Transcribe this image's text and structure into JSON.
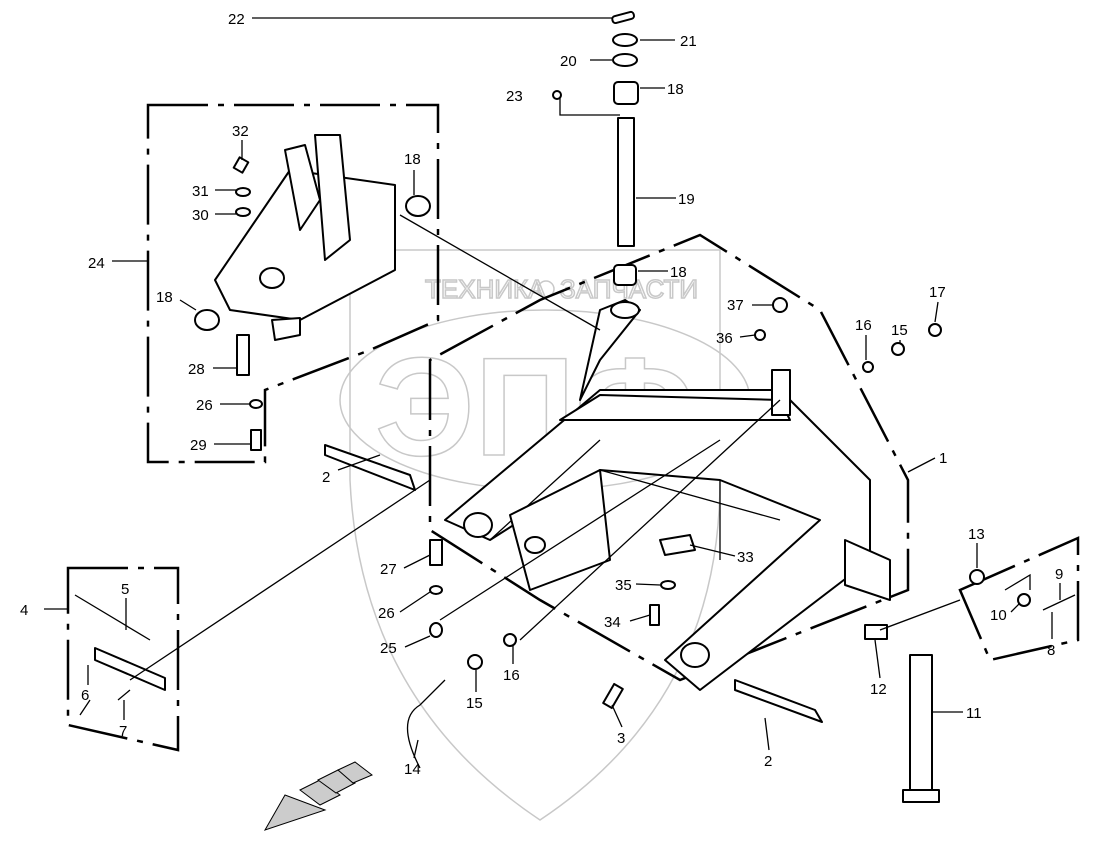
{
  "watermark": {
    "top_text": "ТЕХНИКА",
    "top_text_right": "ЗАПЧАСТИ",
    "logo_text": "ЭПФ",
    "icon": "gear-icon"
  },
  "callouts": [
    {
      "id": "c22",
      "label": "22"
    },
    {
      "id": "c21",
      "label": "21"
    },
    {
      "id": "c20",
      "label": "20"
    },
    {
      "id": "c18a",
      "label": "18"
    },
    {
      "id": "c23",
      "label": "23"
    },
    {
      "id": "c19",
      "label": "19"
    },
    {
      "id": "c18b",
      "label": "18"
    },
    {
      "id": "c32",
      "label": "32"
    },
    {
      "id": "c31",
      "label": "31"
    },
    {
      "id": "c30",
      "label": "30"
    },
    {
      "id": "c18c",
      "label": "18"
    },
    {
      "id": "c24",
      "label": "24"
    },
    {
      "id": "c18d",
      "label": "18"
    },
    {
      "id": "c28",
      "label": "28"
    },
    {
      "id": "c26a",
      "label": "26"
    },
    {
      "id": "c29",
      "label": "29"
    },
    {
      "id": "c37",
      "label": "37"
    },
    {
      "id": "c36",
      "label": "36"
    },
    {
      "id": "c15a",
      "label": "15"
    },
    {
      "id": "c17",
      "label": "17"
    },
    {
      "id": "c16a",
      "label": "16"
    },
    {
      "id": "c1",
      "label": "1"
    },
    {
      "id": "c2a",
      "label": "2"
    },
    {
      "id": "c4",
      "label": "4"
    },
    {
      "id": "c5",
      "label": "5"
    },
    {
      "id": "c6",
      "label": "6"
    },
    {
      "id": "c7",
      "label": "7"
    },
    {
      "id": "c27",
      "label": "27"
    },
    {
      "id": "c26b",
      "label": "26"
    },
    {
      "id": "c25",
      "label": "25"
    },
    {
      "id": "c33",
      "label": "33"
    },
    {
      "id": "c35",
      "label": "35"
    },
    {
      "id": "c34",
      "label": "34"
    },
    {
      "id": "c16b",
      "label": "16"
    },
    {
      "id": "c15b",
      "label": "15"
    },
    {
      "id": "c14",
      "label": "14"
    },
    {
      "id": "c3",
      "label": "3"
    },
    {
      "id": "c2b",
      "label": "2"
    },
    {
      "id": "c12",
      "label": "12"
    },
    {
      "id": "c11",
      "label": "11"
    },
    {
      "id": "c13",
      "label": "13"
    },
    {
      "id": "c10",
      "label": "10"
    },
    {
      "id": "c9",
      "label": "9"
    },
    {
      "id": "c8",
      "label": "8"
    }
  ]
}
